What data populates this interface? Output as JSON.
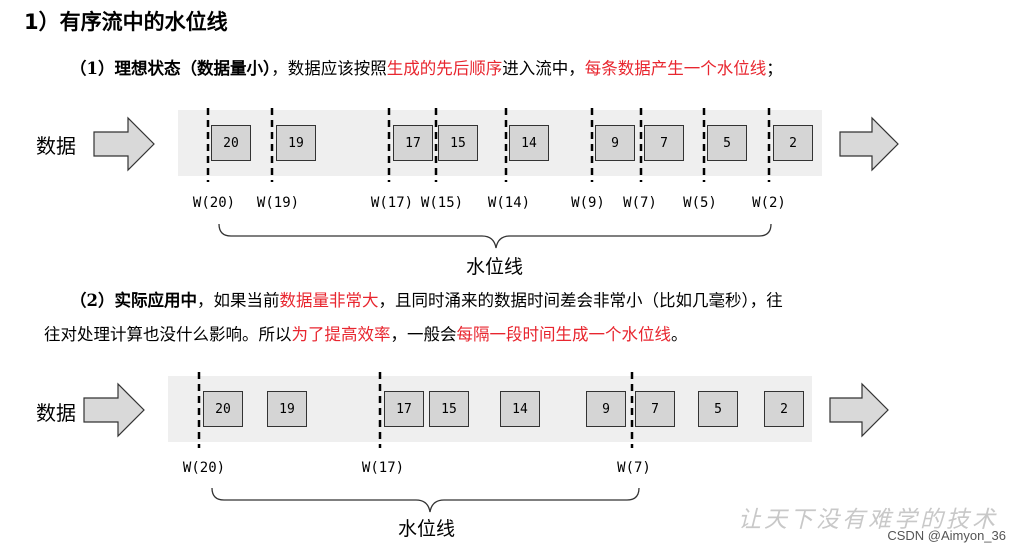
{
  "heading": "1）有序流中的水位线",
  "para1": {
    "label": "（1）理想状态（数据量小）",
    "p1": "，数据应该按照",
    "h1": "生成的先后顺序",
    "p2": "进入流中，",
    "h2": "每条数据产生一个水位线",
    "p3": "；"
  },
  "para2": {
    "label": "（2）实际应用中",
    "p1": "，如果当前",
    "h1": "数据量非常大",
    "p2": "，且同时涌来的数据时间差会非常小（比如几毫秒），往",
    "p3": "往对处理计算也没什么影响。所以",
    "h2": "为了提高效率",
    "p4": "，一般会",
    "h3": "每隔一段时间生成一个水位线",
    "p5": "。"
  },
  "diagram1": {
    "data_label": "数据",
    "watermark_label": "水位线",
    "boxes": [
      "20",
      "19",
      "17",
      "15",
      "14",
      "9",
      "7",
      "5",
      "2"
    ],
    "watermarks": [
      "W(20)",
      "W(19)",
      "W(17)",
      "W(15)",
      "W(14)",
      "W(9)",
      "W(7)",
      "W(5)",
      "W(2)"
    ]
  },
  "diagram2": {
    "data_label": "数据",
    "watermark_label": "水位线",
    "boxes": [
      "20",
      "19",
      "17",
      "15",
      "14",
      "9",
      "7",
      "5",
      "2"
    ],
    "watermarks": [
      "W(20)",
      "W(17)",
      "W(7)"
    ]
  },
  "watermark_text": "让天下没有难学的技术",
  "credit": "CSDN @Aimyon_36",
  "colors": {
    "highlight": "#e8262f",
    "band": "#efefef",
    "box_fill": "#d5d5d5",
    "arrow_fill": "#d9d9d9"
  }
}
